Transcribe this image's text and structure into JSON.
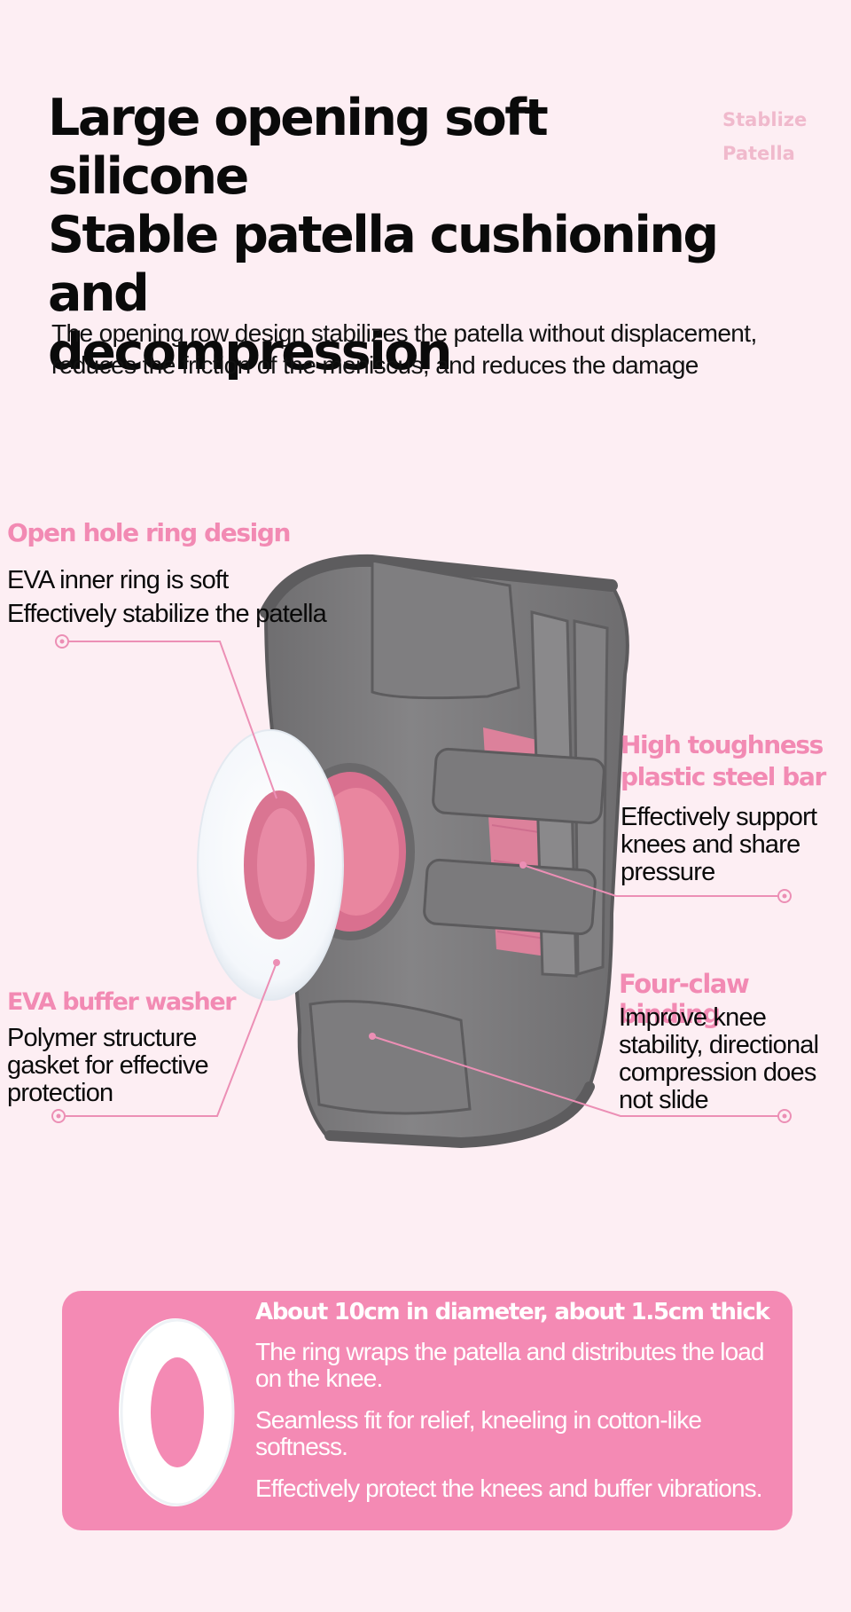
{
  "header": {
    "title_lines": [
      "Large opening soft silicone",
      "Stable patella cushioning and",
      "decompression"
    ],
    "watermark_lines": [
      "Stablize",
      "Patella"
    ],
    "intro": "The opening row design stabilizes the patella without displacement, reduces the friction of the meniscus, and reduces the damage"
  },
  "callouts": {
    "open_hole": {
      "heading": "Open hole ring design",
      "lines": [
        "EVA inner ring is soft",
        "Effectively stabilize the patella"
      ]
    },
    "steel_bar": {
      "heading_lines": [
        "High toughness",
        "plastic steel bar"
      ],
      "lines": [
        "Effectively support",
        "knees and share",
        "pressure"
      ]
    },
    "buffer_washer": {
      "heading": "EVA buffer washer",
      "lines": [
        "Polymer structure",
        "gasket for effective",
        "protection"
      ]
    },
    "four_claw": {
      "heading": "Four-claw binding",
      "lines": [
        "Improve knee",
        "stability, directional",
        "compression does",
        "not slide"
      ]
    }
  },
  "banner": {
    "title": "About 10cm in diameter, about 1.5cm thick",
    "lines": [
      "The ring wraps the patella and distributes the load on the knee.",
      "Seamless fit for relief, kneeling in cotton-like softness.",
      "Effectively protect the knees and buffer vibrations."
    ]
  },
  "colors": {
    "background": "#fdeef3",
    "accent_pink": "#f28ab3",
    "banner_pink": "#f48ab4",
    "brace_gray": "#7b7a7b",
    "mesh_pink": "#e7829f",
    "leader_line": "#ec8fb5"
  },
  "icons": [
    "knee-brace-image",
    "silicone-ring-image"
  ]
}
